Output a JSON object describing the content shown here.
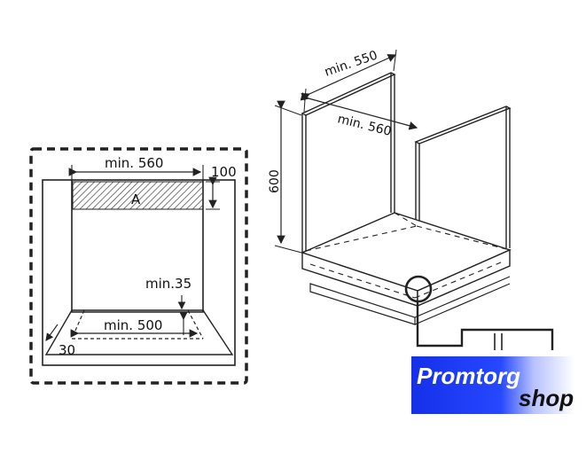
{
  "front_view": {
    "width_label": "min. 560",
    "vent_height_label": "100",
    "vent_label": "A",
    "depth_offset_label": "min.35",
    "inner_width_label": "min. 500",
    "side_label": "30"
  },
  "cabinet_view": {
    "depth_label": "min. 550",
    "width_label": "min. 560",
    "height_label": "600"
  },
  "logo": {
    "main": "Promtorg",
    "sub": "shop"
  }
}
